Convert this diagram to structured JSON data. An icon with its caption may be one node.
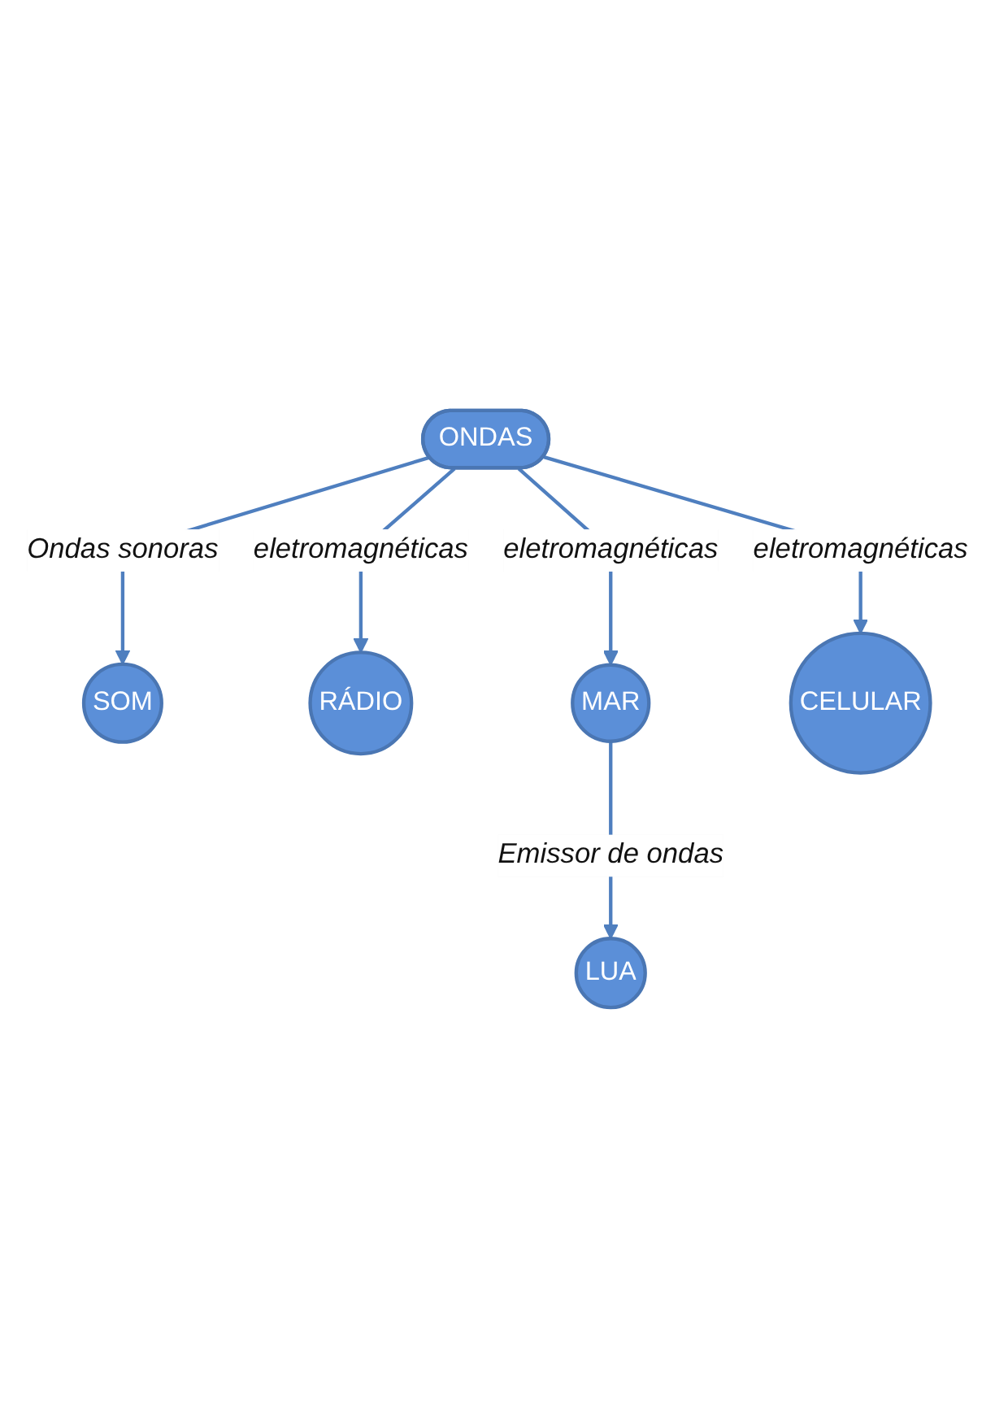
{
  "diagram": {
    "nodes": [
      {
        "text": [
          "SOM"
        ]
      },
      {
        "text": [
          "ONDAS"
        ]
      },
      {
        "text": [
          "RÁDIO"
        ]
      },
      {
        "text": [
          "MAR"
        ]
      },
      {
        "text": [
          "CELULAR"
        ]
      },
      {
        "text": [
          "LUA"
        ]
      }
    ],
    "edges": [
      {
        "from": 1,
        "to": 0,
        "arrow": "to",
        "label": "Ondas sonoras"
      },
      {
        "from": 1,
        "to": 2,
        "arrow": "to",
        "label": "eletromagnéticas"
      },
      {
        "from": 1,
        "to": 4,
        "arrow": "to",
        "label": "eletromagnéticas"
      },
      {
        "from": 1,
        "to": 3,
        "arrow": "to",
        "label": "eletromagnéticas"
      },
      {
        "from": 3,
        "to": 5,
        "arrow": "to",
        "label": "Emissor de ondas"
      }
    ]
  }
}
